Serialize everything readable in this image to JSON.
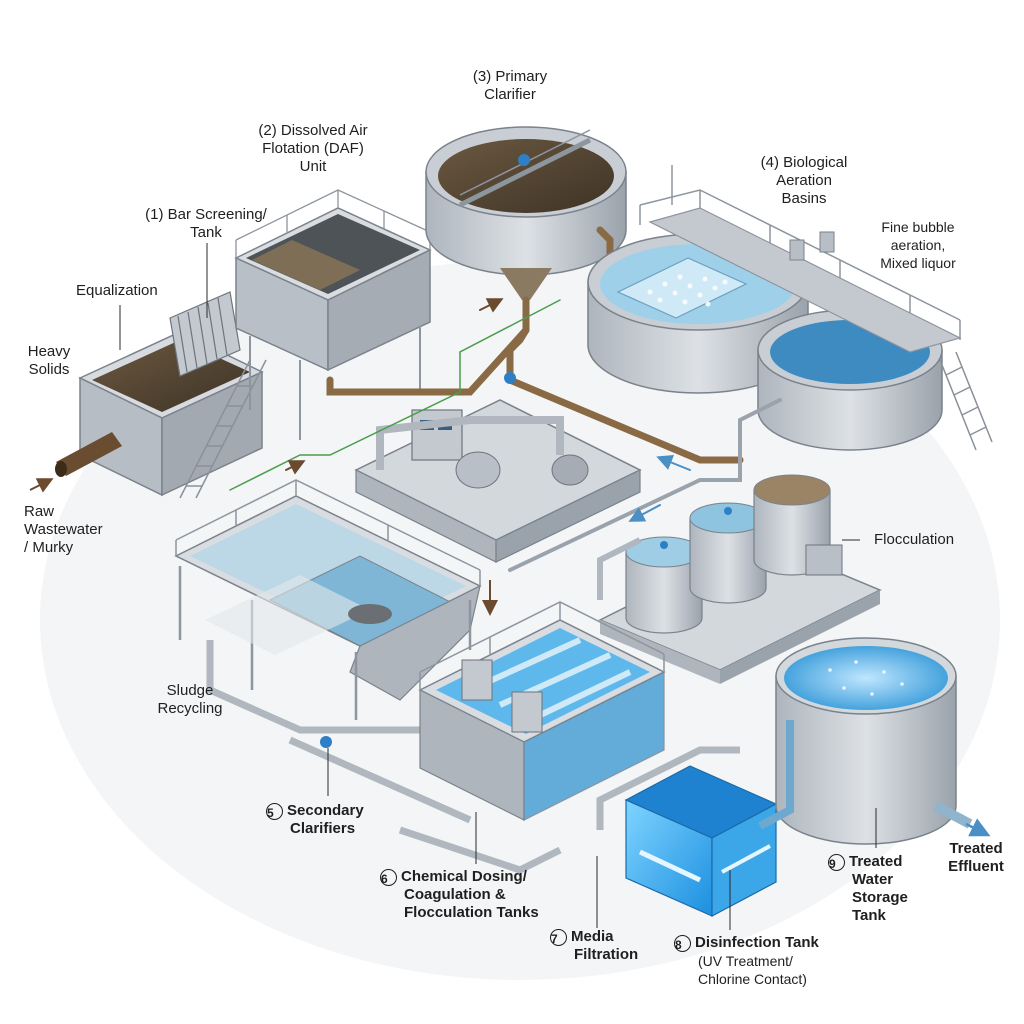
{
  "labels": {
    "primary_clarifier": [
      "(3) Primary",
      "Clarifier"
    ],
    "daf_unit": [
      "(2) Dissolved Air",
      "Flotation (DAF)",
      "Unit"
    ],
    "bar_screening": [
      "(1) Bar Screening/",
      "Tank"
    ],
    "equalization": [
      "Equalization"
    ],
    "heavy_solids": [
      "Heavy",
      "Solids"
    ],
    "raw_wastewater": [
      "Raw",
      "Wastewater",
      "/ Murky"
    ],
    "biological_aeration": [
      "(4) Biological",
      "Aeration",
      "Basins"
    ],
    "fine_bubble": [
      "Fine bubble",
      "aeration,",
      "Mixed liquor"
    ],
    "flocculation": [
      "Flocculation"
    ],
    "sludge_recycling": [
      "Sludge",
      "Recycling"
    ],
    "secondary_clarifiers": {
      "num": "5",
      "lines": [
        "Secondary",
        "Clarifiers"
      ]
    },
    "chemical_dosing": {
      "num": "6",
      "lines": [
        "Chemical Dosing/",
        "Coagulation &",
        "Flocculation Tanks"
      ]
    },
    "media_filtration": {
      "num": "7",
      "lines": [
        "Media",
        "Filtration"
      ]
    },
    "disinfection_tank": {
      "num": "8",
      "lines": [
        "Disinfection Tank"
      ],
      "sub": [
        "(UV Treatment/",
        "Chlorine Contact)"
      ]
    },
    "treated_storage": {
      "num": "9",
      "lines": [
        "Treated",
        "Water",
        "Storage",
        "Tank"
      ]
    },
    "treated_effluent": [
      "Treated",
      "Effluent"
    ]
  },
  "colors": {
    "steel": "#c9ced4",
    "steel_dark": "#8d959e",
    "murky_water": "#5a4a38",
    "aeration_water": "#9fd0ea",
    "clear_water": "#3aa8e6",
    "sludge_pipe": "#8a6a45",
    "label_text": "#1f1f1f"
  }
}
